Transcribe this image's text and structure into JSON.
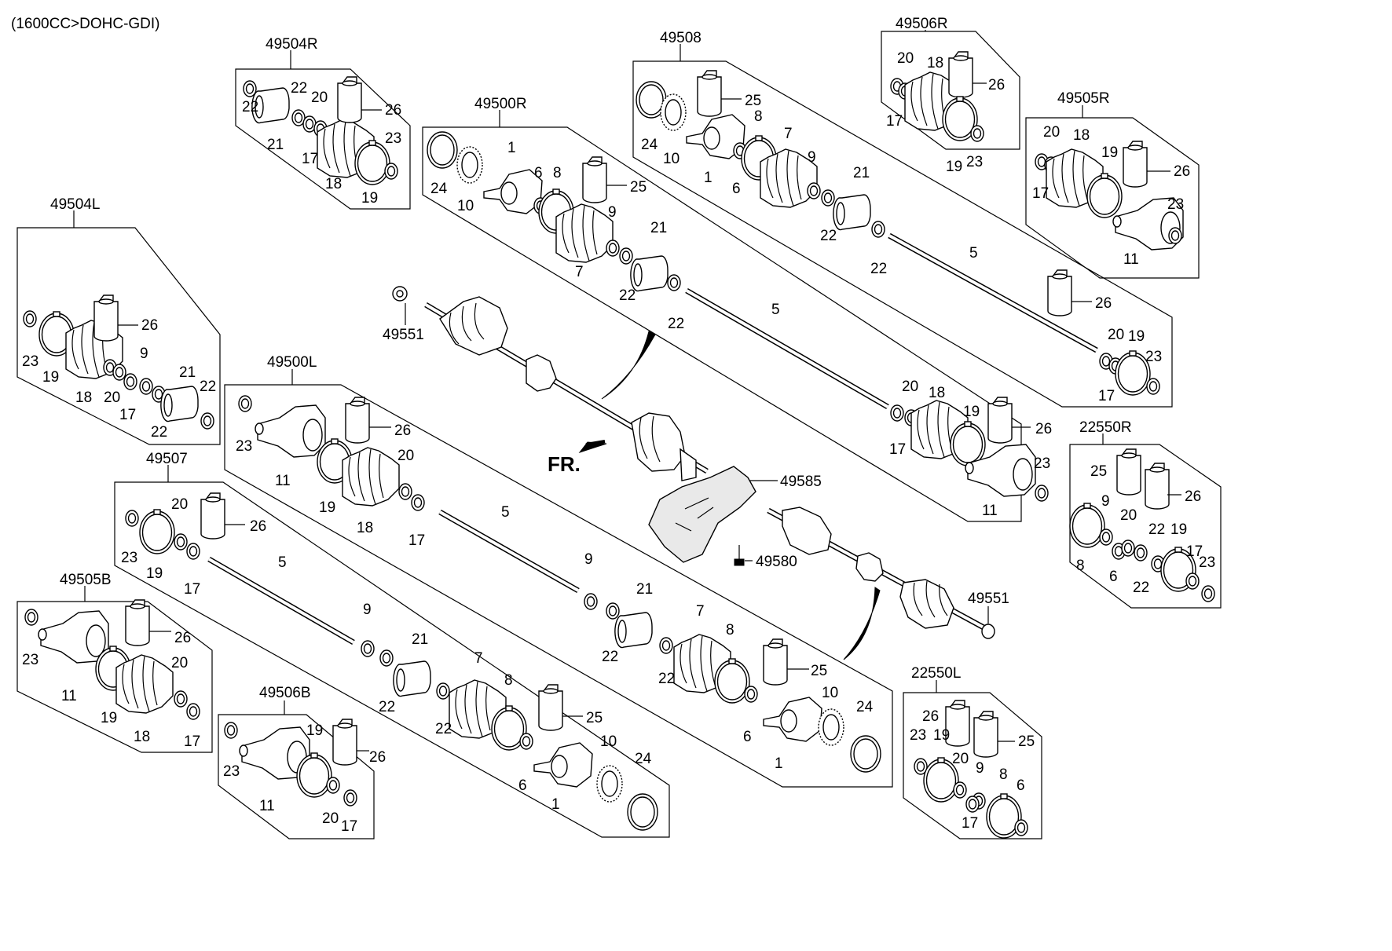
{
  "header": "(1600CC>DOHC-GDI)",
  "front_label": "FR.",
  "kits": [
    {
      "id": "k-49504R",
      "title": "49504R",
      "parts": [
        "22",
        "21",
        "22",
        "20",
        "17",
        "18",
        "19",
        "23",
        "26"
      ]
    },
    {
      "id": "k-49500R",
      "title": "49500R",
      "parts": [
        "24",
        "10",
        "1",
        "6",
        "8",
        "25",
        "7",
        "9",
        "22",
        "21",
        "22",
        "5"
      ]
    },
    {
      "id": "k-49508",
      "title": "49508",
      "parts": [
        "24",
        "10",
        "1",
        "6",
        "25",
        "8",
        "7",
        "9",
        "22",
        "21",
        "22",
        "5",
        "26",
        "20",
        "19",
        "17",
        "23"
      ]
    },
    {
      "id": "k-49506R",
      "title": "49506R",
      "parts": [
        "20",
        "18",
        "26",
        "17",
        "19",
        "23"
      ]
    },
    {
      "id": "k-49505R",
      "title": "49505R",
      "parts": [
        "20",
        "18",
        "19",
        "26",
        "17",
        "23",
        "11"
      ]
    },
    {
      "id": "k-49504L",
      "title": "49504L",
      "parts": [
        "23",
        "19",
        "18",
        "26",
        "9",
        "20",
        "21",
        "22",
        "17",
        "22"
      ]
    },
    {
      "id": "k-49500L",
      "title": "49500L",
      "parts": [
        "23",
        "11",
        "26",
        "19",
        "18",
        "20",
        "17",
        "5",
        "9",
        "21",
        "22",
        "22",
        "7",
        "8",
        "25",
        "6",
        "10",
        "1",
        "24"
      ]
    },
    {
      "id": "k-49507",
      "title": "49507",
      "parts": [
        "23",
        "19",
        "20",
        "26",
        "17",
        "5",
        "9",
        "22",
        "21",
        "22",
        "7",
        "8",
        "25",
        "6",
        "10",
        "1",
        "24"
      ]
    },
    {
      "id": "k-49505B",
      "title": "49505B",
      "parts": [
        "23",
        "11",
        "26",
        "19",
        "20",
        "18",
        "17"
      ]
    },
    {
      "id": "k-49506B",
      "title": "49506B",
      "parts": [
        "23",
        "11",
        "19",
        "26",
        "20",
        "17"
      ]
    },
    {
      "id": "k-22550R",
      "title": "22550R",
      "parts": [
        "25",
        "26",
        "9",
        "20",
        "8",
        "6",
        "22",
        "19",
        "17",
        "22",
        "23"
      ]
    },
    {
      "id": "k-22550L",
      "title": "22550L",
      "parts": [
        "26",
        "23",
        "19",
        "25",
        "20",
        "9",
        "8",
        "6",
        "17"
      ]
    },
    {
      "id": "k-shaft",
      "title": "",
      "parts": [
        "20",
        "18",
        "19",
        "26",
        "17",
        "23",
        "11"
      ]
    }
  ],
  "assembly": [
    "49551",
    "49585",
    "49580",
    "49551"
  ]
}
